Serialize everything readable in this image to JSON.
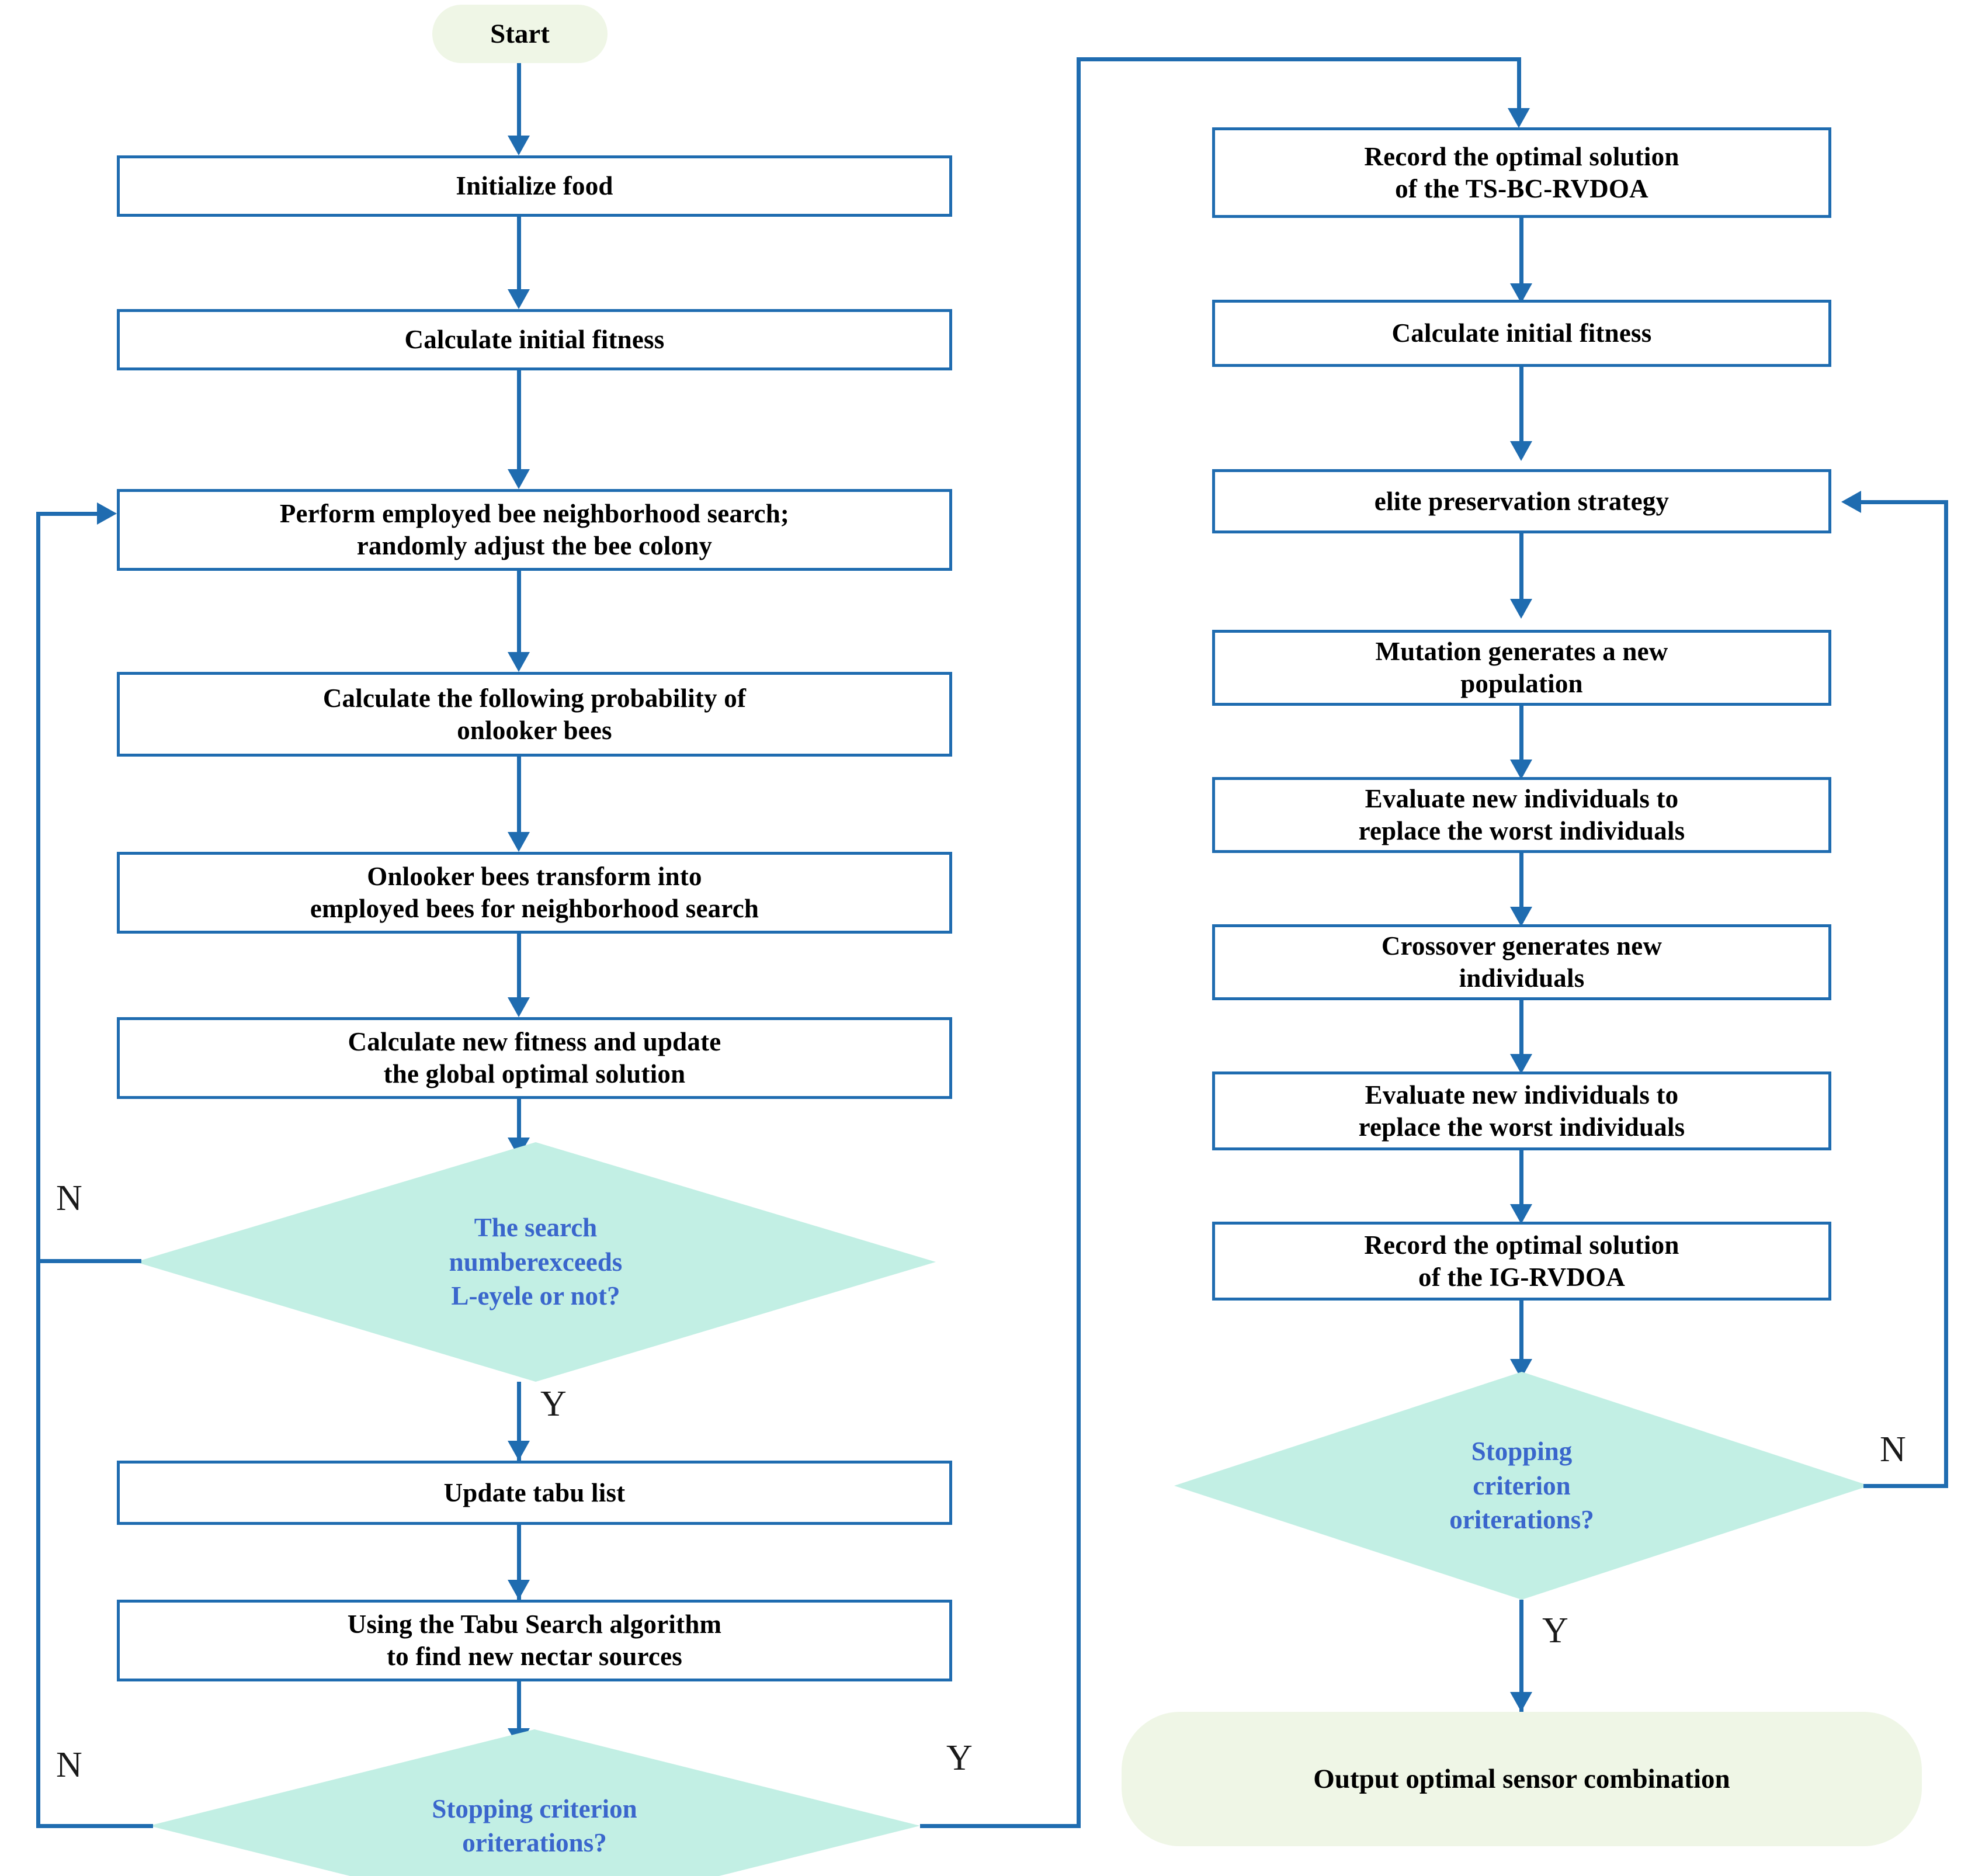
{
  "diagram": {
    "title": "TS-BC-RVDOA / IG-RVDOA optimization flowchart",
    "colors": {
      "box_border": "#1F6CB0",
      "box_fill": "#FFFFFF",
      "terminal_fill": "#EFF6E6",
      "diamond_fill": "#C2EFE4",
      "diamond_text": "#3A66CC",
      "connector": "#1F6CB0",
      "text": "#000000"
    },
    "left_column": {
      "start": "Start",
      "steps": [
        "Initialize food",
        "Calculate initial fitness",
        "Perform employed bee neighborhood search;\nrandomly adjust the bee colony",
        "Calculate the following probability of\nonlooker bees",
        "Onlooker bees transform into\nemployed bees for neighborhood search",
        "Calculate new fitness and update\nthe global optimal solution"
      ],
      "decision_1": "The search\nnumberexceeds\nL-eyele or not?",
      "decision_1_no": "N",
      "decision_1_yes": "Y",
      "steps_after": [
        "Update tabu list",
        "Using the Tabu Search algorithm\nto find new nectar sources"
      ],
      "decision_2": "Stopping criterion\noriterations?",
      "decision_2_no": "N",
      "decision_2_yes": "Y"
    },
    "right_column": {
      "steps": [
        "Record the optimal solution\nof the TS-BC-RVDOA",
        "Calculate initial fitness",
        "elite preservation strategy",
        "Mutation generates a new\npopulation",
        "Evaluate new individuals to\nreplace the worst individuals",
        "Crossover generates new\nindividuals",
        "Evaluate new individuals to\nreplace the worst individuals",
        "Record the optimal solution\nof the IG-RVDOA"
      ],
      "decision": "Stopping\ncriterion\noriterations?",
      "decision_no": "N",
      "decision_yes": "Y",
      "end": "Output optimal sensor combination"
    }
  }
}
